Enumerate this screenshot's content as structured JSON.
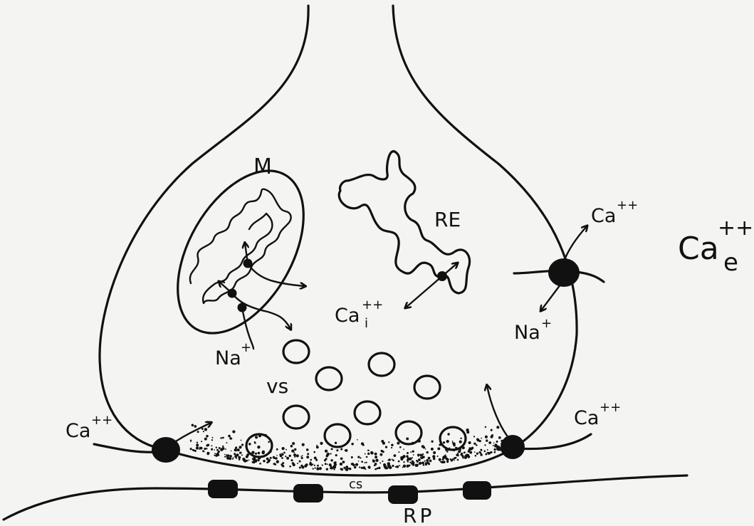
{
  "labels": {
    "mitochondrion": "M",
    "reticulum": "RE",
    "ca_intracellular_base": "Ca",
    "ca_intracellular_sup": "++",
    "ca_intracellular_sub": "i",
    "ca_extracellular_base": "Ca",
    "ca_extracellular_sup": "++",
    "ca_extracellular_sub": "e",
    "ca_right_upper_base": "Ca",
    "ca_right_upper_sup": "++",
    "ca_right_lower_base": "Ca",
    "ca_right_lower_sup": "++",
    "ca_left_base": "Ca",
    "ca_left_sup": "++",
    "na_right_base": "Na",
    "na_right_sup": "+",
    "na_mito_base": "Na",
    "na_mito_sup": "+",
    "vesicles": "vs",
    "cleft": "cs",
    "receptors": "RP"
  },
  "style": {
    "ink": "#111111",
    "paper": "#f4f4f2"
  }
}
